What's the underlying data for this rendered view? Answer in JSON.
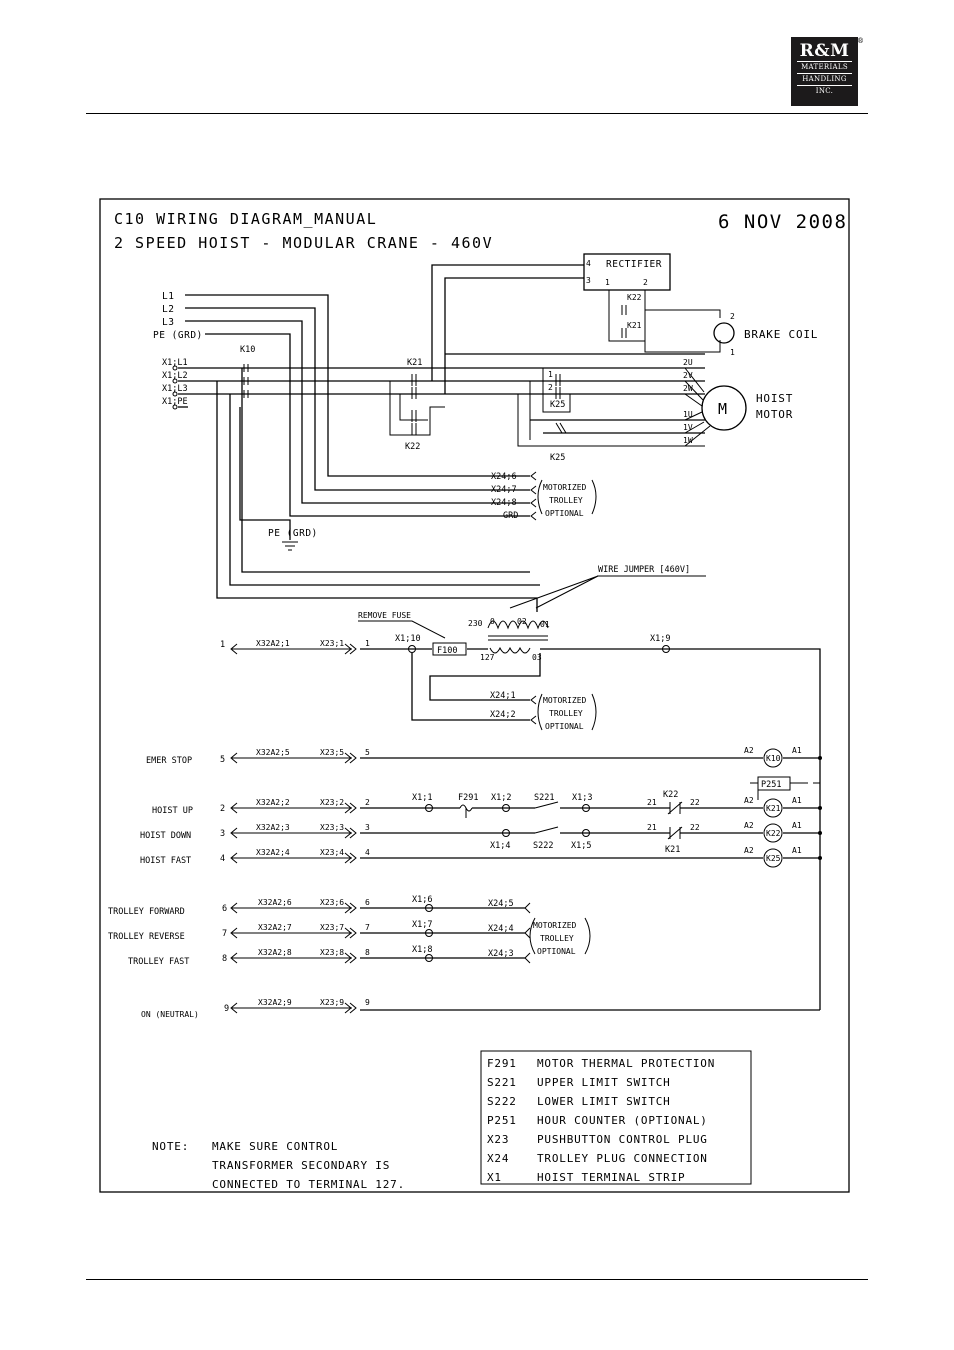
{
  "logo": {
    "line1": "R&M",
    "line2": "MATERIALS",
    "line3": "HANDLING",
    "line4": "INC.",
    "reg": "®"
  },
  "diagram": {
    "title": "C10 WIRING DIAGRAM_MANUAL",
    "subtitle": "2 SPEED HOIST - MODULAR CRANE - 460V",
    "date": "6 NOV 2008",
    "supply": {
      "l1": "L1",
      "l2": "L2",
      "l3": "L3",
      "pe": "PE (GRD)"
    },
    "x1_terminals": {
      "l1": "X1;L1",
      "l2": "X1;L2",
      "l3": "X1;L3",
      "pe": "X1;PE"
    },
    "contactors": {
      "k10": "K10",
      "k21": "K21",
      "k22": "K22",
      "k25": "K25"
    },
    "rectifier": {
      "label": "RECTIFIER",
      "t4": "4",
      "t3": "3",
      "t1": "1",
      "t2": "2"
    },
    "brake_coil": {
      "label": "BRAKE COIL",
      "t2": "2",
      "t1": "1"
    },
    "motor": {
      "symbol": "M",
      "label1": "HOIST",
      "label2": "MOTOR",
      "u2": "2U",
      "v2": "2V",
      "w2": "2W",
      "u1": "1U",
      "v1": "1V",
      "w1": "1W"
    },
    "trolley_power": {
      "x246": "X24;6",
      "x247": "X24;7",
      "x248": "X24;8",
      "grd": "GRD",
      "label1": "MOTORIZED",
      "label2": "TROLLEY",
      "label3": "OPTIONAL"
    },
    "pe_grd": "PE (GRD)",
    "wire_jumper": "WIRE JUMPER [460V]",
    "remove_fuse": "REMOVE FUSE",
    "transformer": {
      "p230": "230",
      "p0": "0",
      "p02": "02",
      "p01": "01",
      "s127": "127",
      "s03": "03"
    },
    "fuse": "F100",
    "x110": "X1;10",
    "x19": "X1;9",
    "trolley_ctrl": {
      "x241": "X24;1",
      "x242": "X24;2",
      "label1": "MOTORIZED",
      "label2": "TROLLEY",
      "label3": "OPTIONAL"
    },
    "control_rows": [
      {
        "name": "",
        "num": "1",
        "x32": "X32A2;1",
        "x23": "X23;1",
        "num2": "1"
      },
      {
        "name": "EMER STOP",
        "num": "5",
        "x32": "X32A2;5",
        "x23": "X23;5",
        "num2": "5"
      },
      {
        "name": "HOIST UP",
        "num": "2",
        "x32": "X32A2;2",
        "x23": "X23;2",
        "num2": "2"
      },
      {
        "name": "HOIST DOWN",
        "num": "3",
        "x32": "X32A2;3",
        "x23": "X23;3",
        "num2": "3"
      },
      {
        "name": "HOIST FAST",
        "num": "4",
        "x32": "X32A2;4",
        "x23": "X23;4",
        "num2": "4"
      },
      {
        "name": "TROLLEY FORWARD",
        "num": "6",
        "x32": "X32A2;6",
        "x23": "X23;6",
        "num2": "6"
      },
      {
        "name": "TROLLEY REVERSE",
        "num": "7",
        "x32": "X32A2;7",
        "x23": "X23;7",
        "num2": "7"
      },
      {
        "name": "TROLLEY FAST",
        "num": "8",
        "x32": "X32A2;8",
        "x23": "X23;8",
        "num2": "8"
      },
      {
        "name": "ON (NEUTRAL)",
        "num": "9",
        "x32": "X32A2;9",
        "x23": "X23;9",
        "num2": "9"
      }
    ],
    "hoist_up_items": {
      "x11": "X1;1",
      "f291": "F291",
      "x12": "X1;2",
      "s221": "S221",
      "x13": "X1;3",
      "k22": "K22",
      "c21": "21",
      "c22": "22"
    },
    "hoist_down_items": {
      "x14": "X1;4",
      "s222": "S222",
      "x15": "X1;5",
      "k21": "K21",
      "c21": "21",
      "c22": "22"
    },
    "coils": {
      "a2": "A2",
      "a1": "A1",
      "k10": "K10",
      "k21": "K21",
      "k22": "K22",
      "k25": "K25"
    },
    "p251": "P251",
    "trolley_rows": {
      "x16": "X1;6",
      "x17": "X1;7",
      "x18": "X1;8",
      "x245": "X24;5",
      "x244": "X24;4",
      "x243": "X24;3",
      "label1": "MOTORIZED",
      "label2": "TROLLEY",
      "label3": "OPTIONAL"
    },
    "legend": [
      {
        "code": "F291",
        "desc": "MOTOR THERMAL PROTECTION"
      },
      {
        "code": "S221",
        "desc": "UPPER LIMIT SWITCH"
      },
      {
        "code": "S222",
        "desc": "LOWER LIMIT SWITCH"
      },
      {
        "code": "P251",
        "desc": "HOUR COUNTER (OPTIONAL)"
      },
      {
        "code": "X23",
        "desc": "PUSHBUTTON CONTROL PLUG"
      },
      {
        "code": "X24",
        "desc": "TROLLEY PLUG CONNECTION"
      },
      {
        "code": "X1",
        "desc": "HOIST TERMINAL STRIP"
      }
    ],
    "note": {
      "label": "NOTE:",
      "line1": "MAKE SURE CONTROL",
      "line2": "TRANSFORMER SECONDARY IS",
      "line3": "CONNECTED TO TERMINAL 127."
    }
  }
}
